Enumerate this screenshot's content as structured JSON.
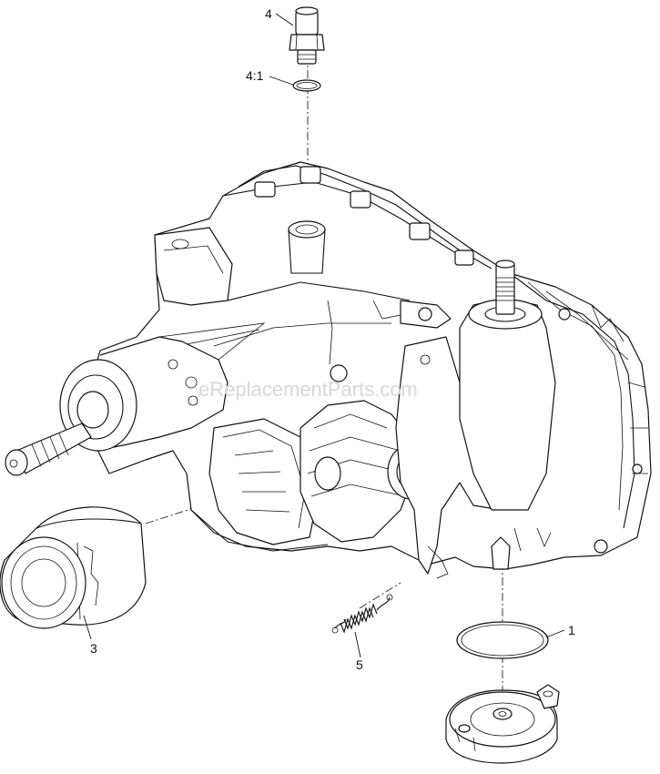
{
  "diagram": {
    "watermark": "eReplacementParts.com",
    "callouts": {
      "item_4": "4",
      "item_4_1": "4:1",
      "item_1": "1",
      "item_3": "3",
      "item_5": "5"
    }
  }
}
